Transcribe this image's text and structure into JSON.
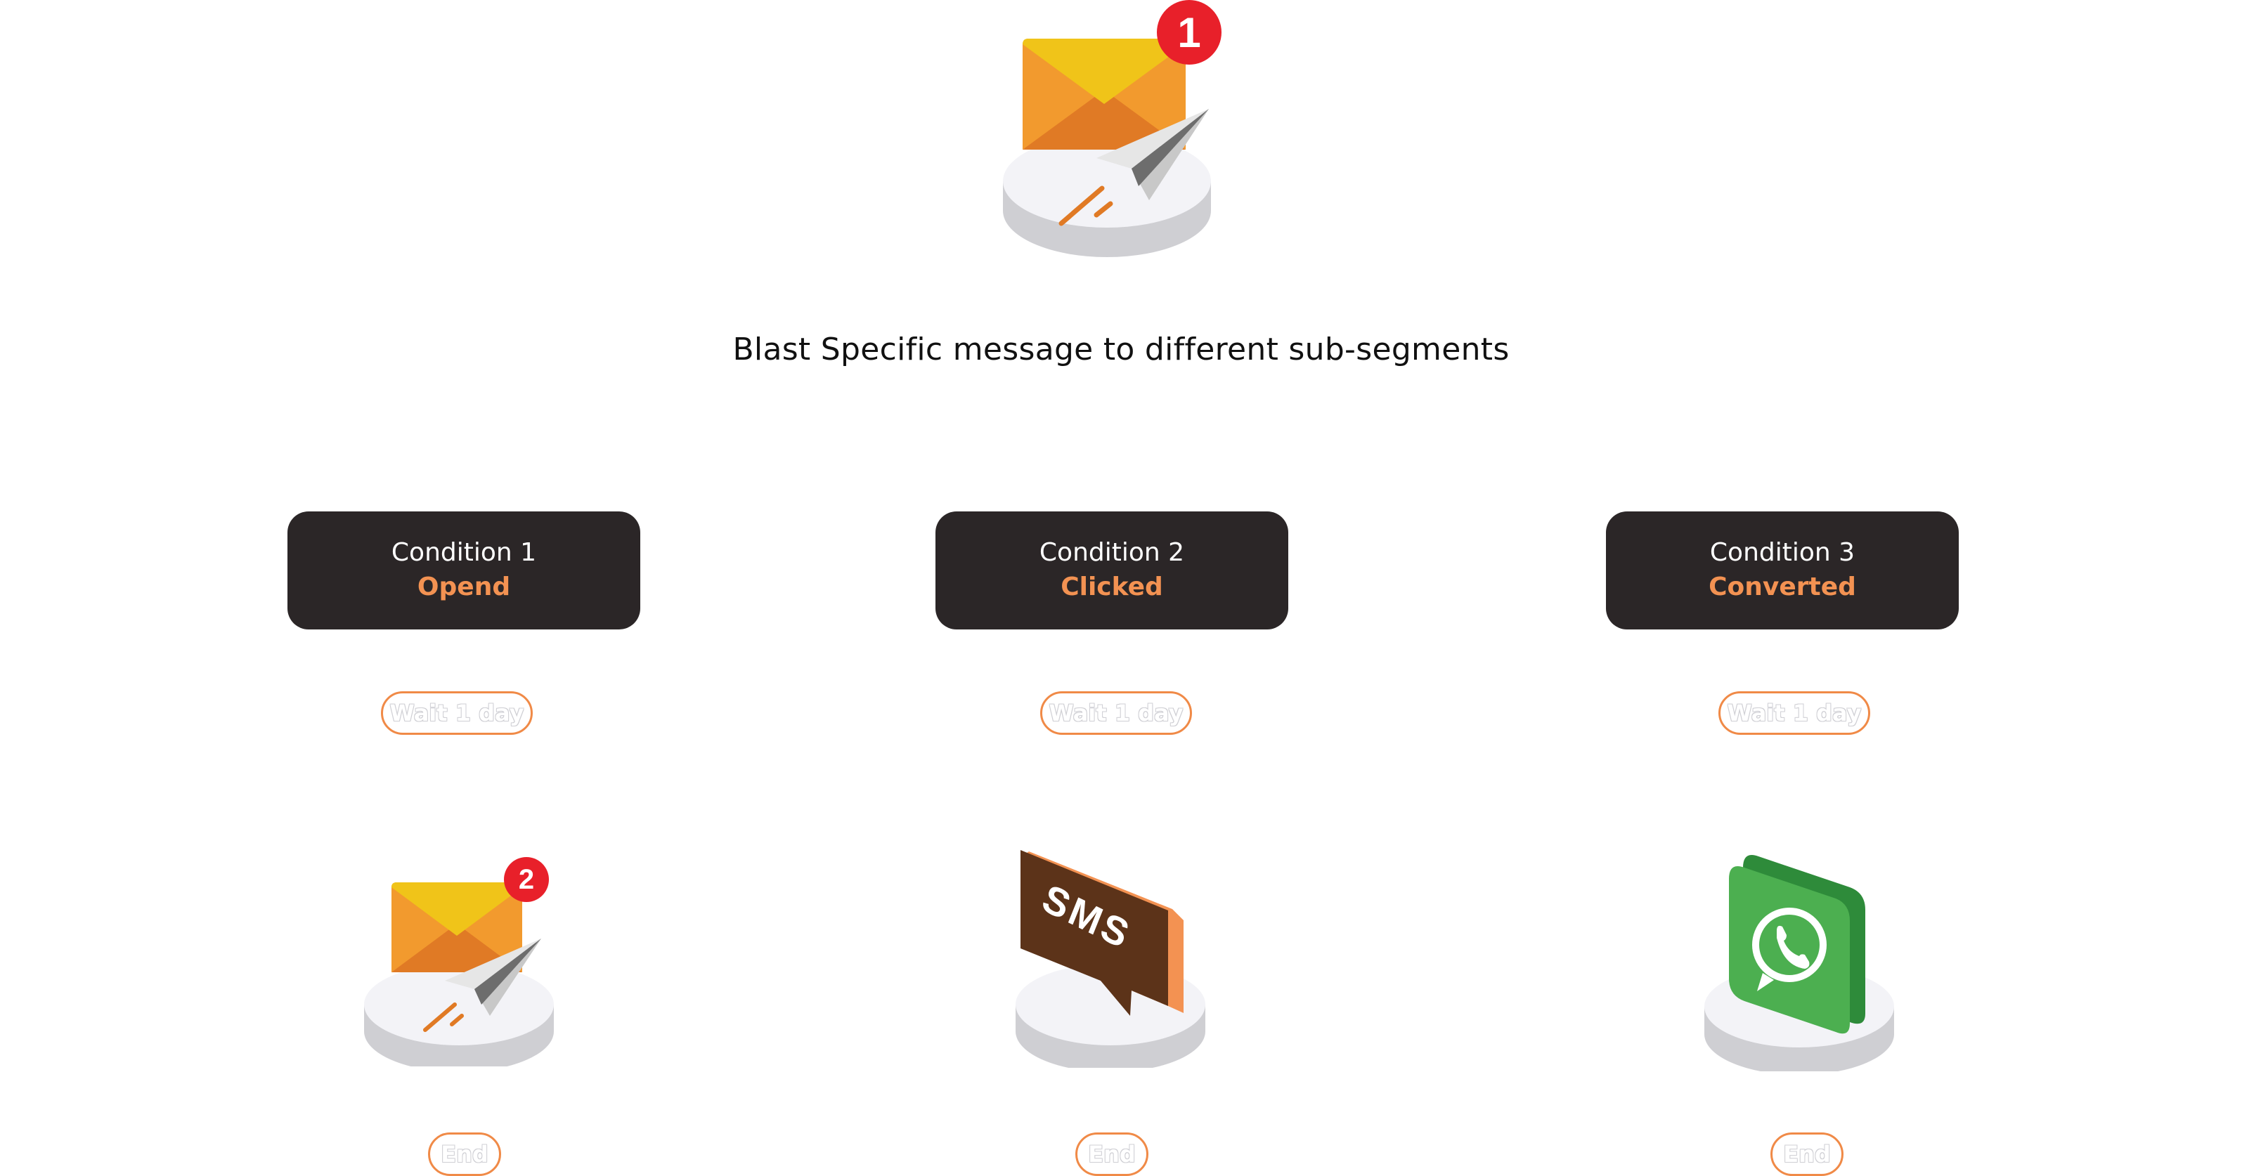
{
  "headline": "Blast Specific message to different sub-segments",
  "top_icon": {
    "icon": "email-send-icon",
    "badge": "1"
  },
  "conditions": [
    {
      "title": "Condition 1",
      "value": "Opend",
      "wait": "Wait 1 day",
      "icon": "email-send-icon",
      "badge": "2",
      "end": "End"
    },
    {
      "title": "Condition 2",
      "value": "Clicked",
      "wait": "Wait 1 day",
      "icon": "sms-icon",
      "sms_label": "SMS",
      "end": "End"
    },
    {
      "title": "Condition 3",
      "value": "Converted",
      "wait": "Wait 1 day",
      "icon": "whatsapp-icon",
      "end": "End"
    }
  ],
  "colors": {
    "card_bg": "#2b2627",
    "accent_orange": "#f39252",
    "badge_red": "#e8202a",
    "envelope_yellow": "#f0c419",
    "envelope_orange": "#e8832a",
    "sms_brown": "#5c3319",
    "whatsapp_green": "#4caf50"
  }
}
